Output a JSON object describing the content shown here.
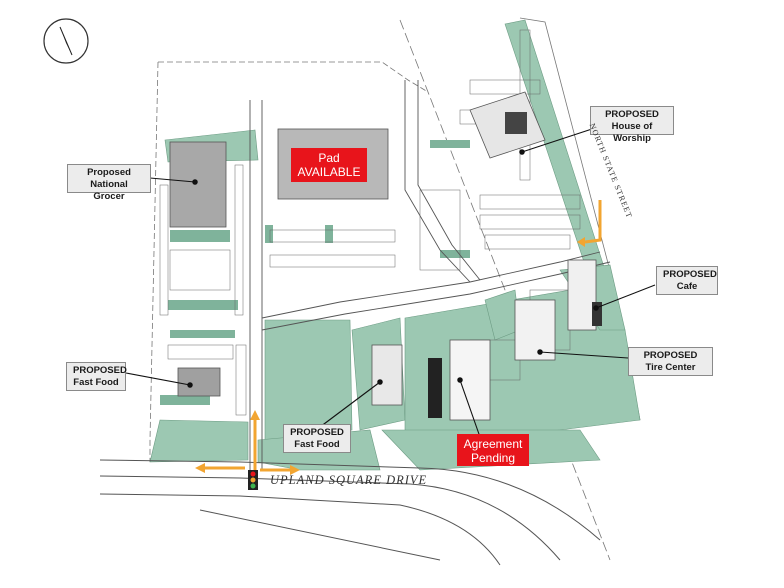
{
  "colors": {
    "green": "#9cc8b2",
    "green_dark": "#7fb39b",
    "building": "#9e9e9e",
    "pad": "#b8b8b8",
    "red": "#e8141b",
    "road_line": "#555555",
    "arrow": "#f2a531"
  },
  "labels": {
    "grocer": [
      "Proposed",
      "National Grocer"
    ],
    "pad": [
      "Pad",
      "AVAILABLE"
    ],
    "worship": [
      "PROPOSED",
      "House of Worship"
    ],
    "cafe": [
      "PROPOSED",
      "Cafe"
    ],
    "tire": [
      "PROPOSED",
      "Tire Center"
    ],
    "fastfood_left": [
      "PROPOSED",
      "Fast Food"
    ],
    "fastfood_center": [
      "PROPOSED",
      "Fast Food"
    ],
    "agreement": [
      "Agreement",
      "Pending"
    ]
  },
  "streets": {
    "upland": "UPLAND SQUARE DRIVE",
    "north_state": "NORTH STATE STREET"
  },
  "icons": {
    "compass": "north-arrow-icon",
    "traffic_signal": "traffic-signal-icon",
    "arrows": "traffic-arrow-icon"
  }
}
